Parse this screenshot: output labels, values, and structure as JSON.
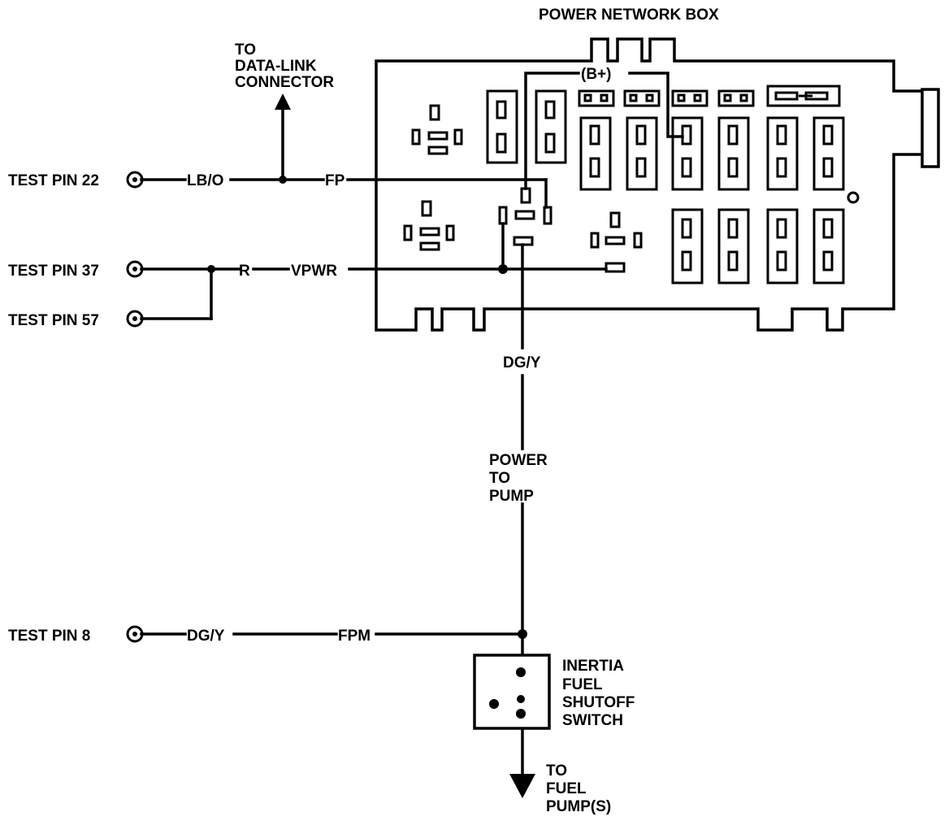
{
  "title": "POWER NETWORK BOX",
  "data_link": [
    "TO",
    "DATA-LINK",
    "CONNECTOR"
  ],
  "test_pins": {
    "pin22": "TEST PIN 22",
    "pin37": "TEST PIN 37",
    "pin57": "TEST PIN 57",
    "pin8": "TEST PIN 8"
  },
  "wires": {
    "lb_o": "LB/O",
    "fp": "FP",
    "r": "R",
    "vpwr": "VPWR",
    "dg_y_top": "DG/Y",
    "dg_y_bottom": "DG/Y",
    "fpm": "FPM",
    "b_plus": "(B+)"
  },
  "power_to_pump": [
    "POWER",
    "TO",
    "PUMP"
  ],
  "inertia_switch": [
    "INERTIA",
    "FUEL",
    "SHUTOFF",
    "SWITCH"
  ],
  "fuel_pump": [
    "TO",
    "FUEL",
    "PUMP(S)"
  ]
}
